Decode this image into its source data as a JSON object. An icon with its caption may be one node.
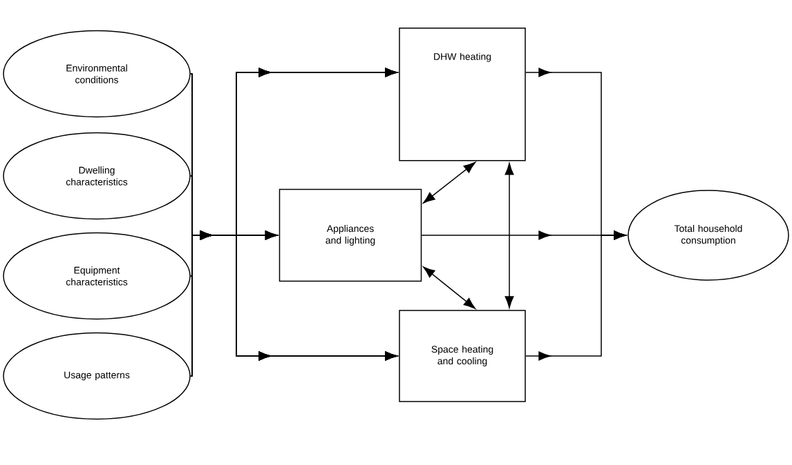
{
  "diagram": {
    "nodes": [
      {
        "text": [
          "Environmental conditions"
        ]
      },
      {
        "text": [
          "Dwelling characteristics"
        ]
      },
      {
        "text": [
          "Equipment characteristics"
        ]
      },
      {
        "text": [
          "Usage patterns"
        ]
      },
      {
        "text": [
          "DHW heating"
        ]
      },
      {
        "text": [
          "Appliances and lighting"
        ]
      },
      {
        "text": [
          "Space heating and cooling"
        ]
      },
      {
        "text": [
          "Total household consumption"
        ]
      }
    ],
    "edges": [
      {
        "from": 0,
        "to": 4,
        "arrow": "to"
      },
      {
        "from": 0,
        "to": 5,
        "arrow": "to"
      },
      {
        "from": 0,
        "to": 6,
        "arrow": "to"
      },
      {
        "from": 1,
        "to": 4,
        "arrow": "to"
      },
      {
        "from": 1,
        "to": 5,
        "arrow": "to"
      },
      {
        "from": 1,
        "to": 6,
        "arrow": "to"
      },
      {
        "from": 2,
        "to": 4,
        "arrow": "to"
      },
      {
        "from": 2,
        "to": 5,
        "arrow": "to"
      },
      {
        "from": 2,
        "to": 6,
        "arrow": "to"
      },
      {
        "from": 3,
        "to": 4,
        "arrow": "to"
      },
      {
        "from": 3,
        "to": 5,
        "arrow": "to"
      },
      {
        "from": 3,
        "to": 6,
        "arrow": "to"
      },
      {
        "from": 4,
        "to": 7,
        "arrow": "to"
      },
      {
        "from": 5,
        "to": 7,
        "arrow": "to"
      },
      {
        "from": 6,
        "to": 7,
        "arrow": "to"
      },
      {
        "from": 5,
        "to": 4,
        "arrow": "both"
      },
      {
        "from": 5,
        "to": 6,
        "arrow": "both"
      },
      {
        "from": 4,
        "to": 6,
        "arrow": "both"
      }
    ]
  }
}
